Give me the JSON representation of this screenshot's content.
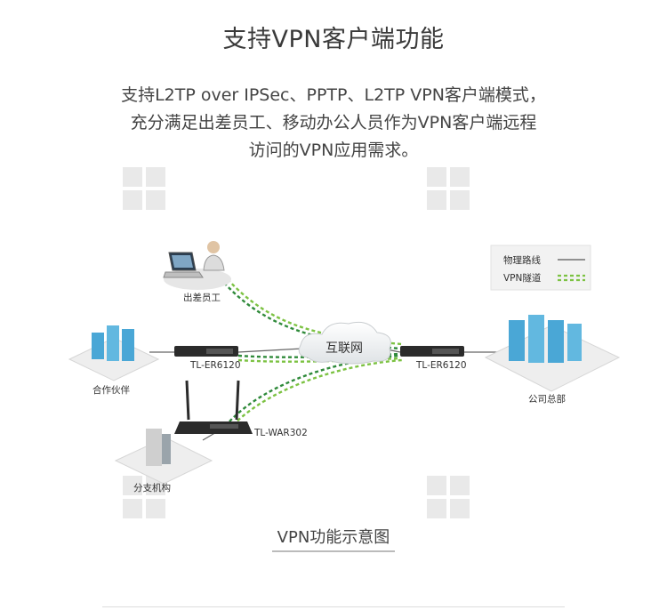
{
  "title": "支持VPN客户端功能",
  "description": [
    "支持L2TP over IPSec、PPTP、L2TP VPN客户端模式，",
    "充分满足出差员工、移动办公人员作为VPN客户端远程",
    "访问的VPN应用需求。"
  ],
  "legend": {
    "physical_label": "物理路线",
    "vpn_label": "VPN隧道"
  },
  "nodes": {
    "traveler_label": "出差员工",
    "partner_label": "合作伙伴",
    "router_left_label": "TL-ER6120",
    "router_right_label": "TL-ER6120",
    "internet_label": "互联网",
    "hq_label": "公司总部",
    "wireless_router_label": "TL-WAR302",
    "branch_label": "分支机构"
  },
  "caption": "VPN功能示意图",
  "colors": {
    "vpn_tunnel": "#7cc242",
    "vpn_tunnel_dark": "#2f8a3a",
    "physical_line": "#555555",
    "building": "#4aa7d6"
  }
}
